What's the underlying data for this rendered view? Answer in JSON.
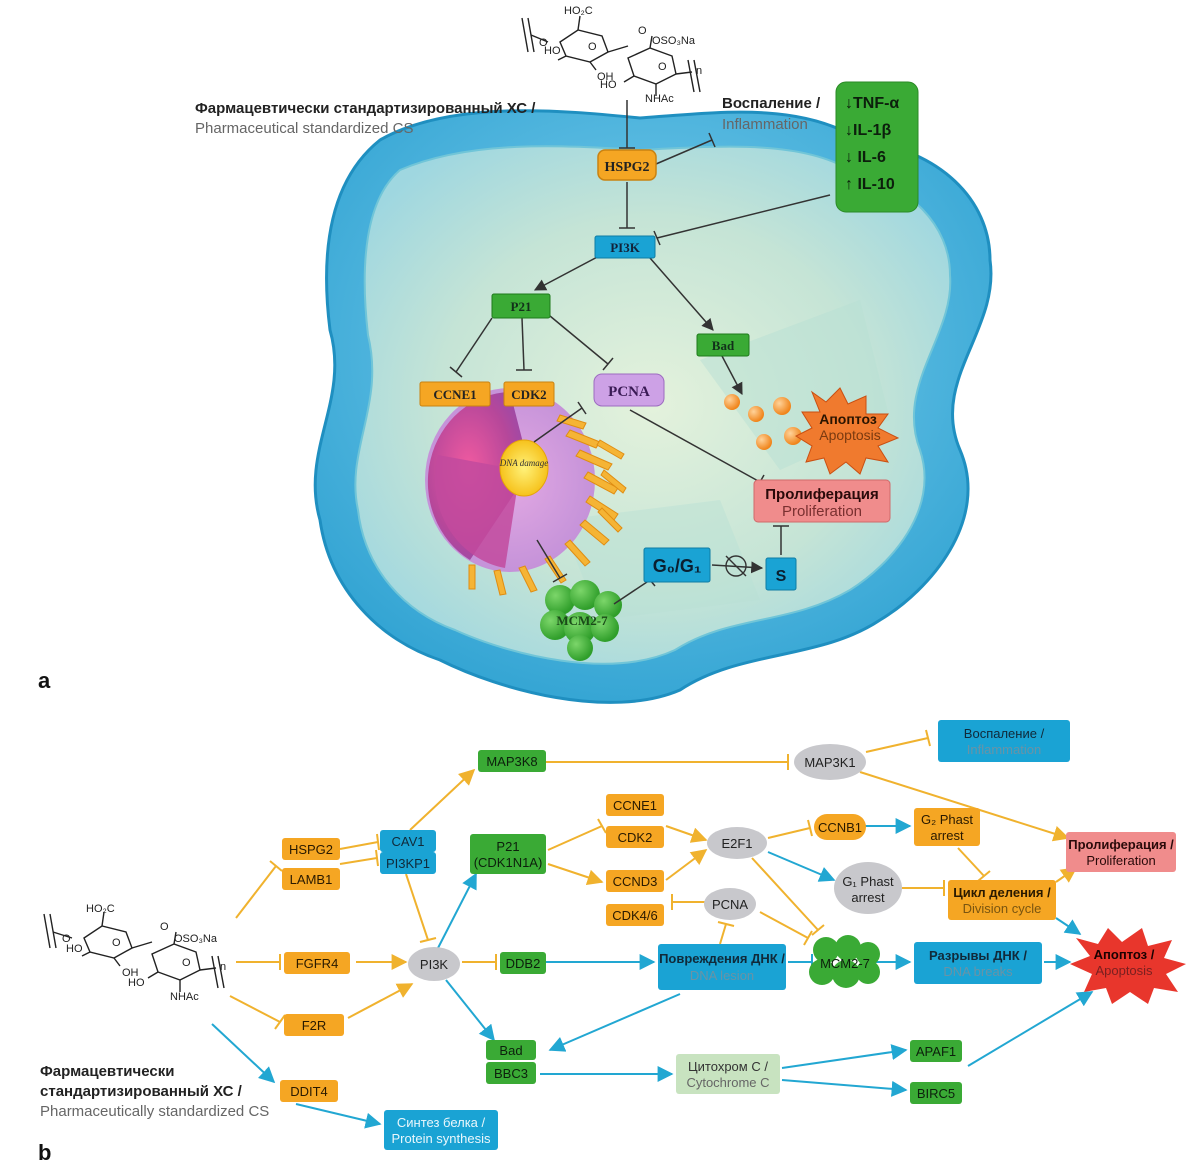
{
  "panel_a": {
    "label": "a",
    "cs_label_ru": "Фармацевтически стандартизированный ХС /",
    "cs_label_en": "Pharmaceutical standardized CS",
    "inflammation_ru": "Воспаление /",
    "inflammation_en": "Inflammation",
    "cytokines": [
      "↓TNF-α",
      "↓IL-1β",
      "↓ IL-6",
      "↑ IL-10"
    ],
    "nodes": {
      "hspg2": "HSPG2",
      "pi3k": "PI3K",
      "p21": "P21",
      "bad": "Bad",
      "ccne1": "CCNE1",
      "cdk2": "CDK2",
      "pcna": "PCNA",
      "dna_damage": "DNA damage",
      "apoptosis_ru": "Апоптоз",
      "apoptosis_en": "Apoptosis",
      "proliferation_ru": "Пролиферация",
      "proliferation_en": "Proliferation",
      "g0g1": "G₀/G₁",
      "s": "S",
      "mcm": "MCM2-7"
    },
    "molecule": {
      "ho2c": "HO₂C",
      "oso3na": "OSO₃Na",
      "o1": "O",
      "o2": "O",
      "o3": "O",
      "o4": "O",
      "oh": "OH",
      "ho1": "HO",
      "ho2": "HO",
      "nhac": "NHAc",
      "n": "n"
    }
  },
  "panel_b": {
    "label": "b",
    "cs_label_ru_1": "Фармацевтически",
    "cs_label_ru_2": "стандартизированный ХС /",
    "cs_label_en": "Pharmaceutically standardized CS",
    "nodes": {
      "map3k8": "MAP3K8",
      "map3k1": "MAP3K1",
      "inflammation_ru": "Воспаление /",
      "inflammation_en": "Inflammation",
      "hspg2": "HSPG2",
      "lamb1": "LAMB1",
      "cav1": "CAV1",
      "pi3kp1": "PI3KP1",
      "p21_1": "P21",
      "p21_2": "(CDK1N1A)",
      "ccne1": "CCNE1",
      "cdk2": "CDK2",
      "ccnd3": "CCND3",
      "cdk46": "CDK4/6",
      "e2f1": "E2F1",
      "ccnb1": "CCNB1",
      "g2_1": "G₂ Phast",
      "g2_2": "arrest",
      "g1_1": "G₁ Phast",
      "g1_2": "arrest",
      "prolif_ru": "Пролиферация /",
      "prolif_en": "Proliferation",
      "cycle_ru": "Цикл деления /",
      "cycle_en": "Division cycle",
      "pcna": "PCNA",
      "fgfr4": "FGFR4",
      "pi3k": "PI3K",
      "ddb2": "DDB2",
      "lesion_ru": "Повреждения ДНК /",
      "lesion_en": "DNA lesion",
      "mcm": "MCM2-7",
      "breaks_ru": "Разрывы ДНК /",
      "breaks_en": "DNA breaks",
      "apoptosis_ru": "Апоптоз /",
      "apoptosis_en": "Apoptosis",
      "f2r": "F2R",
      "bad": "Bad",
      "bbc3": "BBC3",
      "cyto_ru": "Цитохром С /",
      "cyto_en": "Cytochrome C",
      "apaf1": "APAF1",
      "birc5": "BIRC5",
      "ddit4": "DDIT4",
      "protein_ru": "Синтез белка /",
      "protein_en": "Protein synthesis"
    },
    "molecule": {
      "ho2c": "HO₂C",
      "oso3na": "OSO₃Na",
      "o1": "O",
      "o2": "O",
      "o3": "O",
      "o4": "O",
      "oh": "OH",
      "ho1": "HO",
      "ho2": "HO",
      "nhac": "NHAc",
      "n": "n"
    }
  },
  "colors": {
    "orange": "#f5a623",
    "green": "#3aaa35",
    "blue": "#1aa3d4",
    "gray": "#c8c8cc",
    "pink": "#f08c8c",
    "red": "#e8362c",
    "purple": "#cda1e6",
    "cyto": "#c8e3c0",
    "orange_line": "#f0b22e",
    "blue_line": "#22a7d2"
  }
}
